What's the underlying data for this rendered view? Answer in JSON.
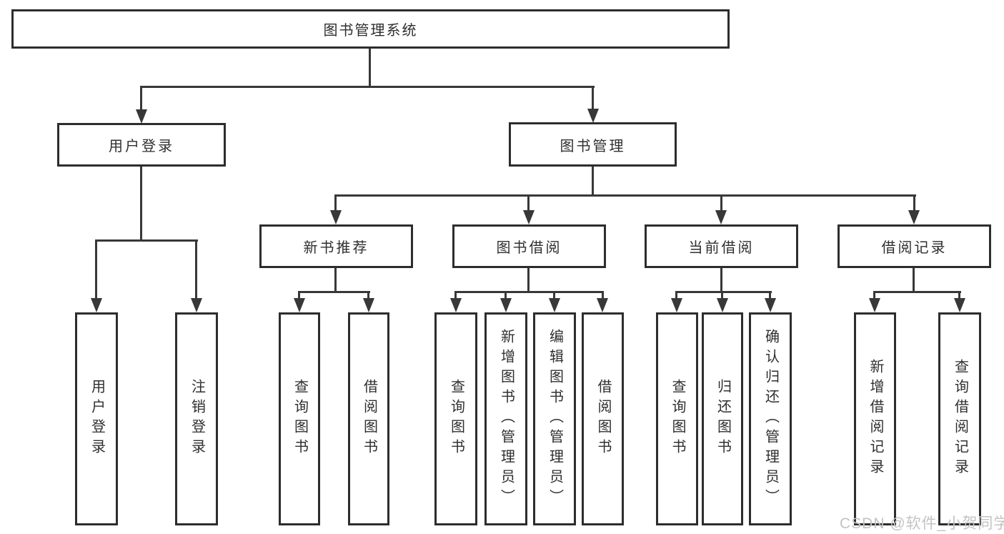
{
  "diagram_type": "hierarchy-tree",
  "nodes": {
    "root": {
      "label": "图书管理系统"
    },
    "l2": [
      {
        "label": "用户登录",
        "parent": "图书管理系统"
      },
      {
        "label": "图书管理",
        "parent": "图书管理系统"
      }
    ],
    "l3": [
      {
        "label": "新书推荐",
        "parent": "图书管理"
      },
      {
        "label": "图书借阅",
        "parent": "图书管理"
      },
      {
        "label": "当前借阅",
        "parent": "图书管理"
      },
      {
        "label": "借阅记录",
        "parent": "图书管理"
      }
    ],
    "leaves": [
      {
        "label": "用户登录",
        "parent": "用户登录"
      },
      {
        "label": "注销登录",
        "parent": "用户登录"
      },
      {
        "label": "查询图书",
        "parent": "新书推荐"
      },
      {
        "label": "借阅图书",
        "parent": "新书推荐"
      },
      {
        "label": "查询图书",
        "parent": "图书借阅"
      },
      {
        "label": "新增图书（管理员）",
        "parent": "图书借阅"
      },
      {
        "label": "编辑图书（管理员）",
        "parent": "图书借阅"
      },
      {
        "label": "借阅图书",
        "parent": "图书借阅"
      },
      {
        "label": "查询图书",
        "parent": "当前借阅"
      },
      {
        "label": "归还图书",
        "parent": "当前借阅"
      },
      {
        "label": "确认归还（管理员）",
        "parent": "当前借阅"
      },
      {
        "label": "新增借阅记录",
        "parent": "借阅记录"
      },
      {
        "label": "查询借阅记录",
        "parent": "借阅记录"
      }
    ]
  },
  "watermark": {
    "text": "CSDN @软件_小贺同学",
    "color": "#c3c3c3"
  },
  "colors": {
    "background": "#ffffff",
    "box_border": "#2d2d2d",
    "connector_line": "#383838",
    "text": "#2f2f2f"
  }
}
